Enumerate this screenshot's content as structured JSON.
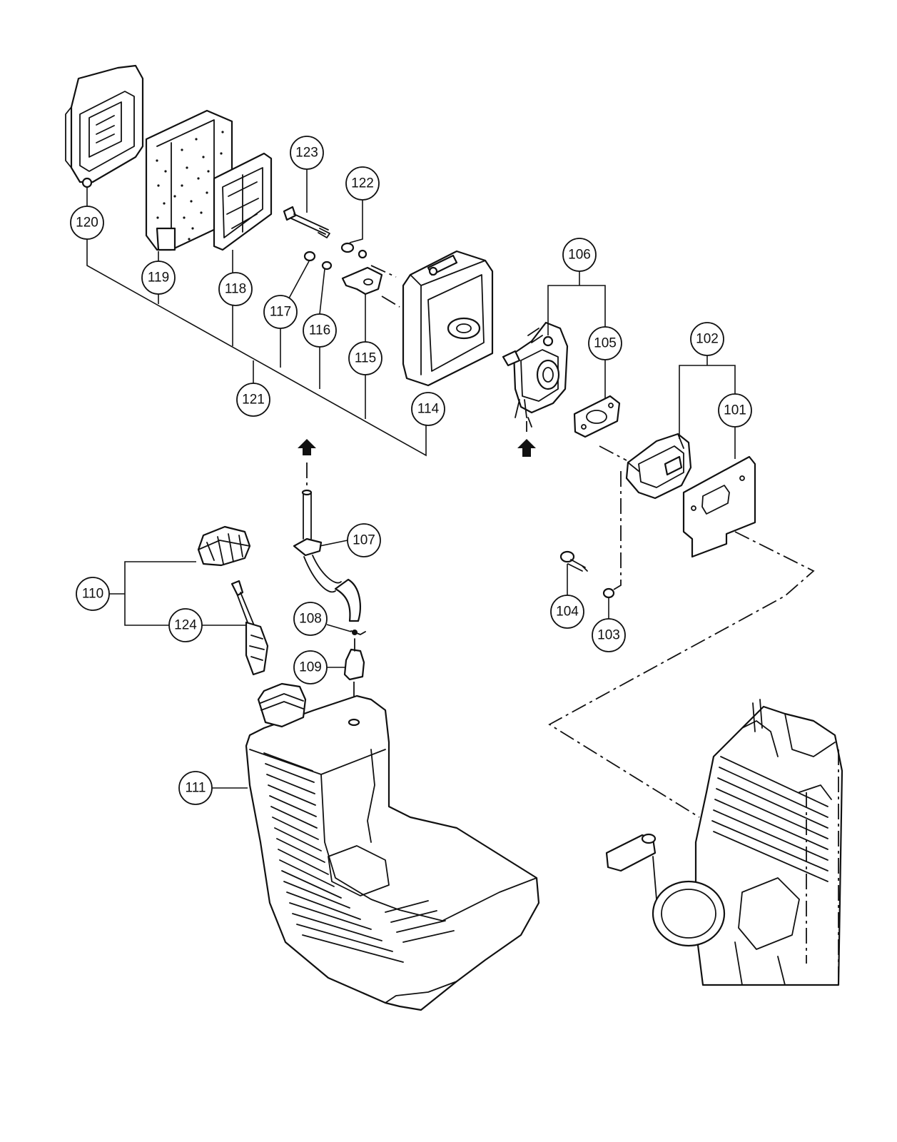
{
  "callouts": {
    "p101": "101",
    "p102": "102",
    "p103": "103",
    "p104": "104",
    "p105": "105",
    "p106": "106",
    "p107": "107",
    "p108": "108",
    "p109": "109",
    "p110": "110",
    "p111": "111",
    "p114": "114",
    "p115": "115",
    "p116": "116",
    "p117": "117",
    "p118": "118",
    "p119": "119",
    "p120": "120",
    "p121": "121",
    "p122": "122",
    "p123": "123",
    "p124": "124"
  },
  "colors": {
    "ink": "#111111",
    "paper": "#ffffff"
  }
}
